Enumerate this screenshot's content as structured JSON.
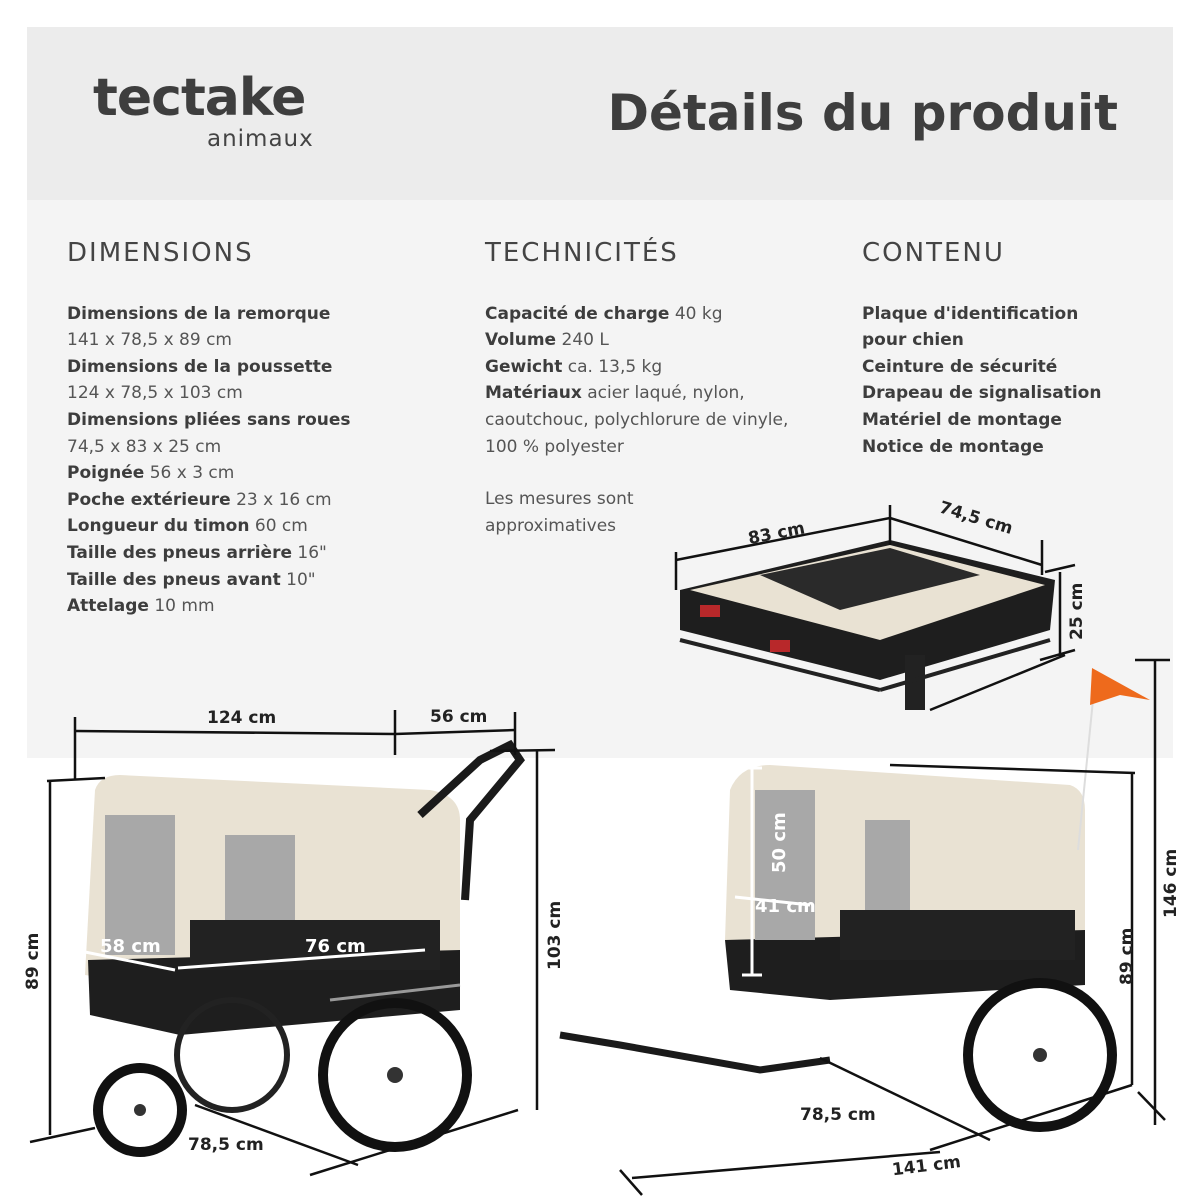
{
  "brand": {
    "name": "tectake",
    "subtitle": "animaux"
  },
  "header": {
    "title": "Détails du produit"
  },
  "dimensions": {
    "heading": "DIMENSIONS",
    "items": [
      {
        "label": "Dimensions de la remorque",
        "value": "141 x 78,5 x 89 cm",
        "block": true
      },
      {
        "label": "Dimensions de la poussette",
        "value": "124 x 78,5 x 103 cm",
        "block": true
      },
      {
        "label": "Dimensions pliées sans roues",
        "value": "74,5 x 83 x 25 cm",
        "block": true
      },
      {
        "label": "Poignée",
        "value": "56 x 3 cm"
      },
      {
        "label": "Poche extérieure",
        "value": "23 x 16 cm"
      },
      {
        "label": "Longueur du timon",
        "value": "60 cm"
      },
      {
        "label": "Taille des pneus arrière",
        "value": "16\""
      },
      {
        "label": "Taille des pneus avant",
        "value": "10\""
      },
      {
        "label": "Attelage",
        "value": "10 mm"
      }
    ]
  },
  "tech": {
    "heading": "TECHNICITÉS",
    "items": [
      {
        "label": "Capacité de charge",
        "value": "40 kg"
      },
      {
        "label": "Volume",
        "value": "240 L"
      },
      {
        "label": "Gewicht",
        "value": "ca. 13,5 kg"
      },
      {
        "label": "Matériaux",
        "value": "acier laqué, nylon, caoutchouc, polychlorure de vinyle, 100 % polyester"
      }
    ],
    "note": "Les mesures sont approximatives"
  },
  "contents": {
    "heading": "CONTENU",
    "items": [
      "Plaque d'identification pour chien",
      "Ceinture de sécurité",
      "Drapeau de signalisation",
      "Matériel de montage",
      "Notice de montage"
    ]
  },
  "diagram": {
    "folded": {
      "width": "83 cm",
      "depth": "74,5 cm",
      "height": "25 cm"
    },
    "stroller": {
      "length": "124 cm",
      "handle": "56 cm",
      "height_body": "89 cm",
      "height_total": "103 cm",
      "inner_depth": "58 cm",
      "inner_length": "76 cm",
      "width": "78,5 cm"
    },
    "trailer": {
      "door_height": "50 cm",
      "door_width": "41 cm",
      "height_body": "89 cm",
      "height_flag": "146 cm",
      "width": "78,5 cm",
      "length": "141 cm"
    }
  },
  "colors": {
    "panel_top": "#ececec",
    "panel_mid": "#f4f4f4",
    "fabric": "#e9e2d3",
    "frame": "#1e1e1e",
    "flag": "#ee6a1c",
    "text": "#3d3d3d"
  }
}
